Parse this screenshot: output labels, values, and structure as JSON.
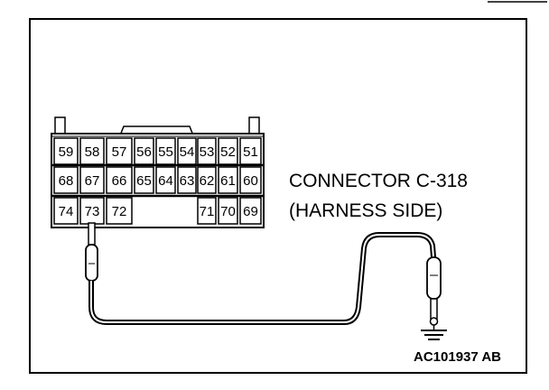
{
  "connector": {
    "label_line1": "CONNECTOR C-318",
    "label_line2": "(HARNESS SIDE)",
    "rows": [
      [
        "59",
        "58",
        "57",
        "56",
        "55",
        "54",
        "53",
        "52",
        "51"
      ],
      [
        "68",
        "67",
        "66",
        "65",
        "64",
        "63",
        "62",
        "61",
        "60"
      ],
      [
        "74",
        "73",
        "72",
        "",
        "",
        "",
        "71",
        "70",
        "69"
      ]
    ],
    "probe_pin": "73"
  },
  "figure_code": "AC101937 AB",
  "colors": {
    "line": "#000000",
    "background": "#ffffff"
  }
}
